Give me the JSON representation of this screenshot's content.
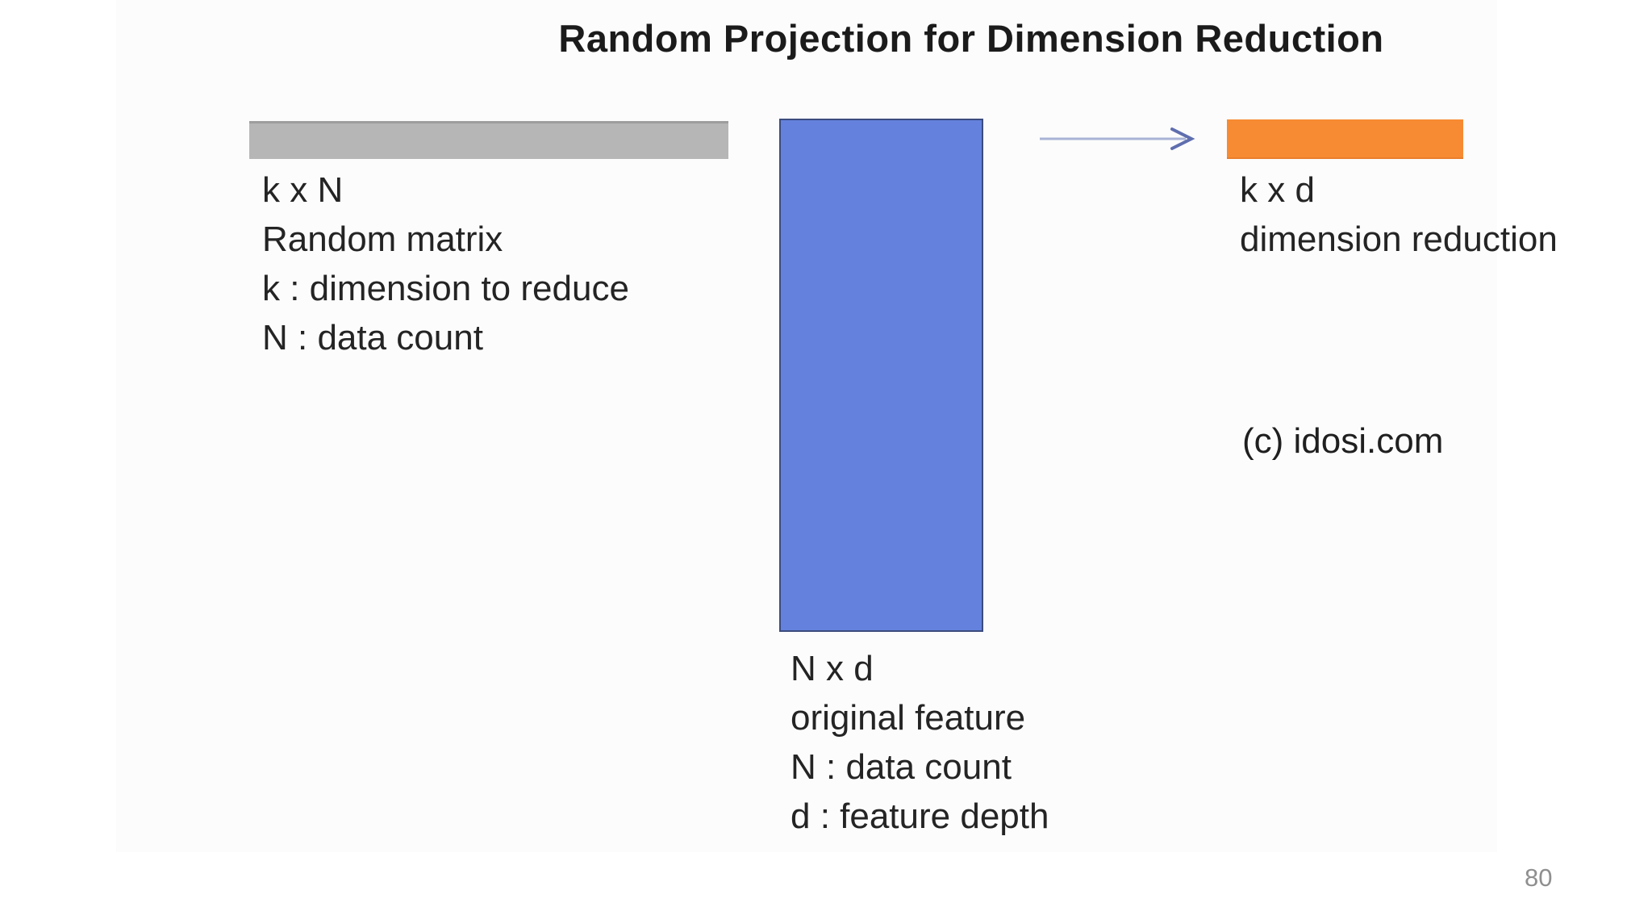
{
  "slide": {
    "title": "Random Projection for Dimension Reduction",
    "page_number": "80",
    "watermark": "(c) idosi.com",
    "random_matrix": {
      "lines": [
        "k x N",
        "Random matrix",
        "k : dimension to reduce",
        "N : data count"
      ],
      "fill": "#b6b6b6"
    },
    "original_feature": {
      "lines": [
        "N x d",
        "original feature",
        "N : data count",
        "d : feature depth"
      ],
      "fill": "#6482dd",
      "border": "#3c4c7d"
    },
    "reduced_matrix": {
      "lines": [
        "k x d",
        "dimension reduction"
      ],
      "fill": "#f78b33"
    },
    "arrow": {
      "shaft_color": "#a9b3d6",
      "head_color": "#5f6eae"
    }
  }
}
